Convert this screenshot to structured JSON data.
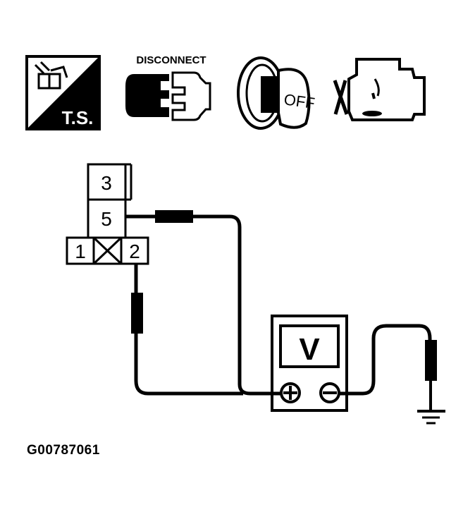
{
  "icons": {
    "ts": {
      "label": "T.S.",
      "name": "test-symbol-icon"
    },
    "disconnect": {
      "label": "DISCONNECT",
      "name": "disconnect-connector-icon"
    },
    "ignition": {
      "label": "OFF",
      "name": "ignition-key-off-icon"
    },
    "engine": {
      "name": "engine-off-icon"
    }
  },
  "connector": {
    "terminals": [
      {
        "id": "3",
        "label": "3"
      },
      {
        "id": "5",
        "label": "5"
      },
      {
        "id": "1",
        "label": "1"
      },
      {
        "id": "2",
        "label": "2"
      }
    ]
  },
  "meter": {
    "display": "V",
    "positive": "+",
    "negative": "−"
  },
  "caption": "G00787061",
  "colors": {
    "ink": "#000000",
    "paper": "#ffffff"
  }
}
